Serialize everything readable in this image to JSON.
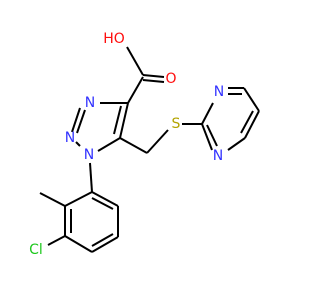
{
  "colors": {
    "bond": "#000000",
    "carbon": "#000000",
    "nitrogen": "#3333ff",
    "oxygen": "#ff0d0d",
    "sulfur": "#b3a400",
    "chlorine": "#1ec81e"
  },
  "atoms": {
    "hydroxyl": "HO",
    "carbonyl_oxygen": "O",
    "triazole_n3": "N",
    "triazole_n2": "N",
    "triazole_n1": "N",
    "thioether_sulfur": "S",
    "pyrimidine_n_top": "N",
    "pyrimidine_n_bottom": "N",
    "chlorine": "Cl"
  }
}
